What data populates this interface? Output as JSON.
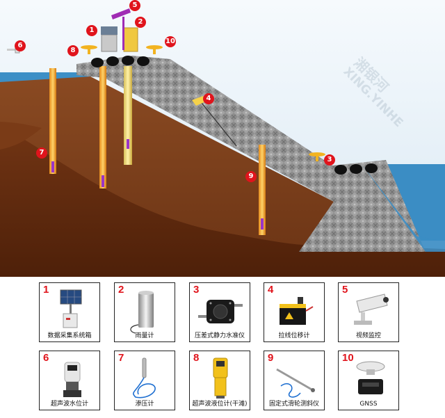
{
  "diagram": {
    "markers": [
      "1",
      "2",
      "3",
      "4",
      "5",
      "6",
      "7",
      "8",
      "9",
      "10"
    ],
    "watermark": {
      "cn": "湘银河",
      "en": "XING.YINHE"
    }
  },
  "cards": [
    {
      "num": "1",
      "label": "数据采集系统箱"
    },
    {
      "num": "2",
      "label": "雨量计"
    },
    {
      "num": "3",
      "label": "压差式静力水准仪"
    },
    {
      "num": "4",
      "label": "拉线位移计"
    },
    {
      "num": "5",
      "label": "视频监控"
    },
    {
      "num": "6",
      "label": "超声波水位计"
    },
    {
      "num": "7",
      "label": "渗压计"
    },
    {
      "num": "8",
      "label": "超声波液位计(干滩)"
    },
    {
      "num": "9",
      "label": "固定式滑轮测斜仪"
    },
    {
      "num": "10",
      "label": "GNSS"
    }
  ],
  "colors": {
    "marker": "#e0141c",
    "sky": "#dcebf7",
    "water": "#3a92c8",
    "soil": "#8a4520",
    "embankment": "#8c8c8c",
    "sensor": "#f2a83a"
  }
}
